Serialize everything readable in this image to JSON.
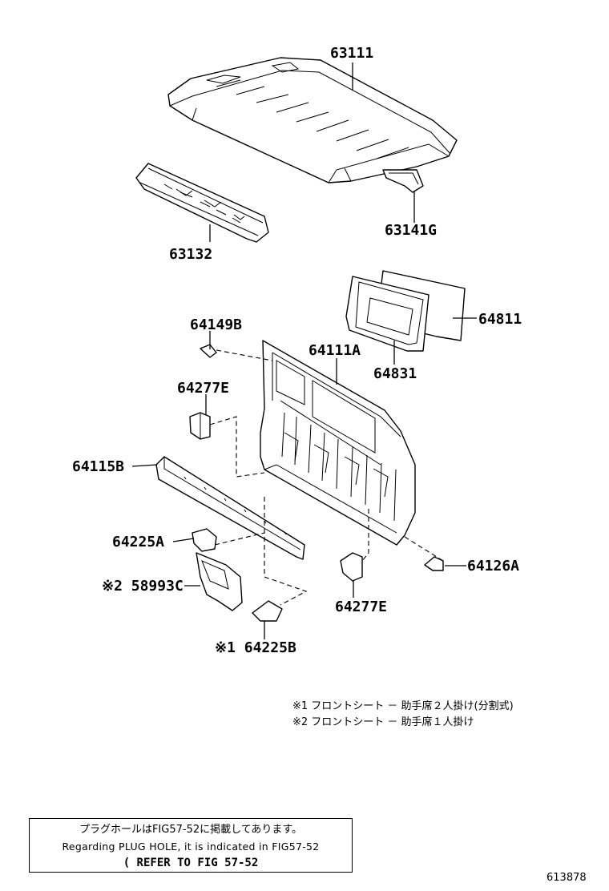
{
  "parts": {
    "p63111": "63111",
    "p63141g": "63141G",
    "p63132": "63132",
    "p64811": "64811",
    "p64831": "64831",
    "p64149b": "64149B",
    "p64111a": "64111A",
    "p64277e_top": "64277E",
    "p64115b": "64115B",
    "p64225a": "64225A",
    "p58993c": "※2 58993C",
    "p64126a": "64126A",
    "p64277e_bottom": "64277E",
    "p64225b": "※1 64225B"
  },
  "notes": {
    "note1": "※1  フロントシート － 助手席２人掛け(分割式)",
    "note2": "※2  フロントシート － 助手席１人掛け"
  },
  "notice": {
    "japanese": "プラグホールはFIG57-52に掲載してあります。",
    "english": "Regarding PLUG HOLE, it is indicated in FIG57-52",
    "reference": "(    REFER TO FIG 57-52"
  },
  "figure_number": "613878"
}
